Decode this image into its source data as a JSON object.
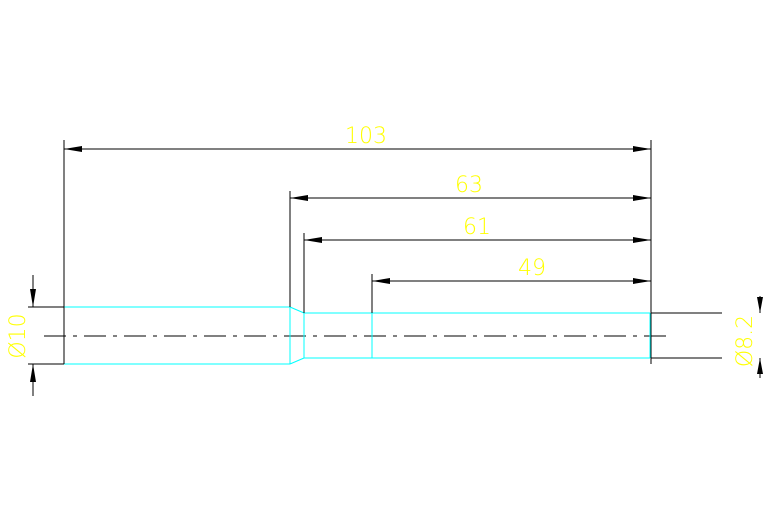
{
  "colors": {
    "background": "#ffffff",
    "dimension_lines": "#000000",
    "part_outline": "#00ffff",
    "dimension_text": "#ffff00"
  },
  "dimensions": {
    "overall_length": "103",
    "length_63": "63",
    "length_61": "61",
    "length_49": "49",
    "diameter_left": "Ø10",
    "diameter_right": "Ø8.2"
  }
}
